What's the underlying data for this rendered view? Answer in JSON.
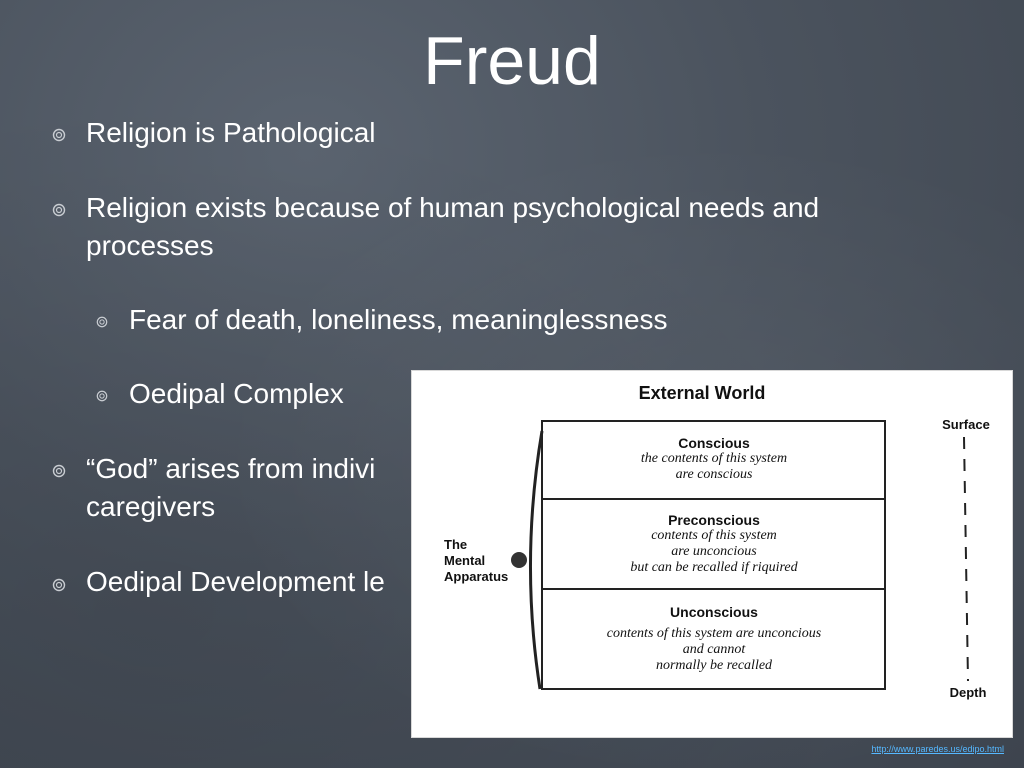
{
  "slide": {
    "title": "Freud",
    "bullets": [
      {
        "text": "Religion is Pathological"
      },
      {
        "text": "Religion exists because of human psychological needs and processes"
      },
      {
        "text": "Fear of death, loneliness, meaninglessness"
      },
      {
        "text": "Oedipal Complex"
      },
      {
        "text": "“God” arises from indivi caregivers"
      },
      {
        "text": "Oedipal Development le"
      }
    ],
    "footer_link": "http://www.paredes.us/edipo.html"
  },
  "diagram": {
    "header": "External World",
    "left_label_lines": [
      "The",
      "Mental",
      "Apparatus"
    ],
    "surface_label": "Surface",
    "depth_label": "Depth",
    "layers": [
      {
        "name": "Conscious",
        "lines": [
          "the contents of this system",
          "are conscious"
        ]
      },
      {
        "name": "Preconscious",
        "lines": [
          "contents of this system",
          "are unconcious",
          "but can be recalled if riquired"
        ]
      },
      {
        "name": "Unconscious",
        "lines": [
          "contents of this system are unconcious",
          "and cannot",
          "normally be recalled"
        ]
      }
    ]
  }
}
